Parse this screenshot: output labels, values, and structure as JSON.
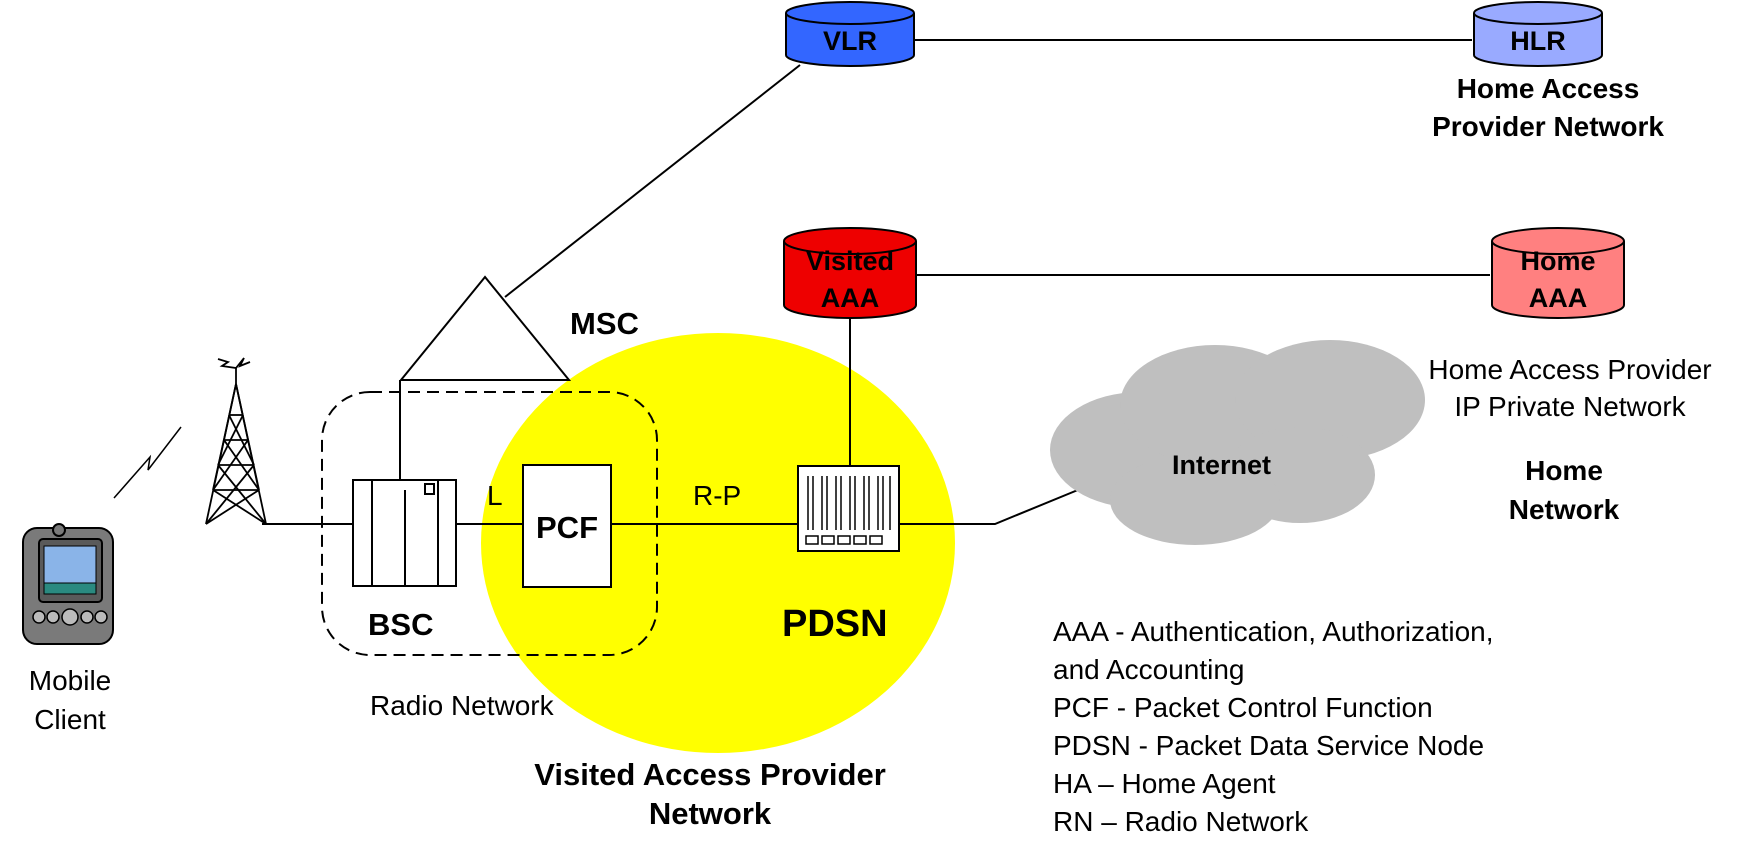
{
  "nodes": {
    "vlr": "VLR",
    "hlr": "HLR",
    "visited_aaa": [
      "Visited",
      "AAA"
    ],
    "home_aaa": [
      "Home",
      "AAA"
    ],
    "msc": "MSC",
    "bsc": "BSC",
    "pcf": "PCF",
    "pdsn": "PDSN",
    "internet": "Internet"
  },
  "links": {
    "l": "L",
    "rp": "R-P"
  },
  "regions": {
    "home_access_provider_network": [
      "Home Access",
      "Provider Network"
    ],
    "home_ip_private_network": [
      "Home Access Provider",
      "IP Private Network"
    ],
    "home_network": [
      "Home",
      "Network"
    ],
    "radio_network": "Radio Network",
    "visited_access_provider_network": [
      "Visited Access Provider",
      "Network"
    ],
    "mobile_client": [
      "Mobile",
      "Client"
    ]
  },
  "legend": [
    "AAA - Authentication, Authorization,",
    "and Accounting",
    "PCF - Packet Control Function",
    "PDSN - Packet Data Service Node",
    "HA – Home Agent",
    "RN – Radio Network"
  ],
  "colors": {
    "vlr": "#3366ff",
    "hlr": "#99aaff",
    "visited_aaa": "#ee0000",
    "home_aaa": "#ff8080",
    "visited_network_area": "#ffff00",
    "cloud": "#bfbfbf"
  }
}
